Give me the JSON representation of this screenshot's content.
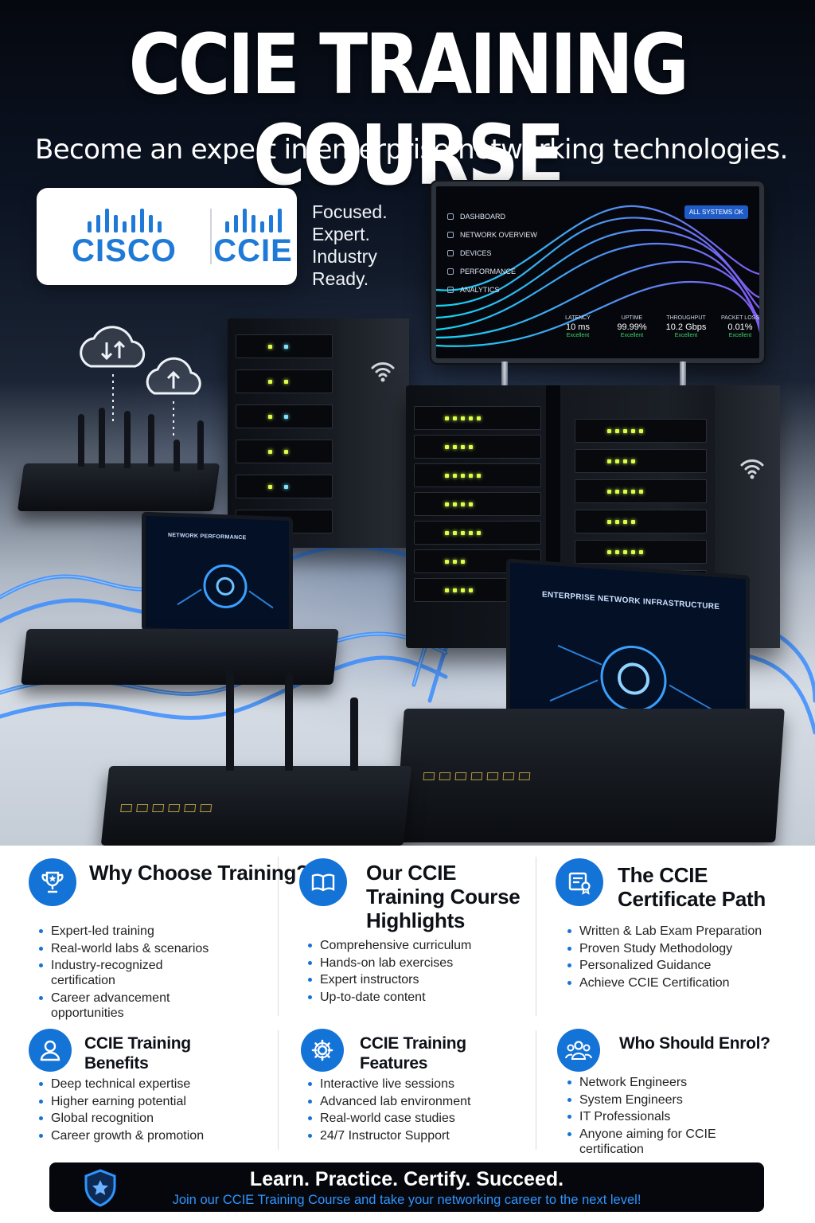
{
  "hero": {
    "title": "CCIE TRAINING COURSE",
    "subtitle": "Become an expert in enterprise networking technologies.",
    "logos": {
      "cisco": "CISCO",
      "ccie": "CCIE"
    },
    "tagline": [
      "Focused.",
      "Expert.",
      "Industry",
      "Ready."
    ]
  },
  "monitor": {
    "nav": [
      "DASHBOARD",
      "NETWORK OVERVIEW",
      "DEVICES",
      "PERFORMANCE",
      "ANALYTICS"
    ],
    "badge": "ALL SYSTEMS OK",
    "metrics": [
      {
        "label": "LATENCY",
        "value": "10 ms",
        "status": "Excellent"
      },
      {
        "label": "UPTIME",
        "value": "99.99%",
        "status": "Excellent"
      },
      {
        "label": "THROUGHPUT",
        "value": "10.2 Gbps",
        "status": "Excellent"
      },
      {
        "label": "PACKET LOSS",
        "value": "0.01%",
        "status": "Excellent"
      }
    ]
  },
  "laptops": {
    "left_caption": "NETWORK PERFORMANCE",
    "right_caption": "ENTERPRISE NETWORK INFRASTRUCTURE"
  },
  "sections": {
    "why": {
      "title": "Why Choose Training?",
      "items": [
        "Expert-led training",
        "Real-world labs & scenarios",
        "Industry-recognized certification",
        "Career advancement opportunities"
      ]
    },
    "highlights": {
      "title": "Our CCIE Training Course Highlights",
      "items": [
        "Comprehensive curriculum",
        "Hands-on lab exercises",
        "Expert instructors",
        "Up-to-date content"
      ]
    },
    "path": {
      "title": "The CCIE Certificate Path",
      "items": [
        "Written & Lab Exam Preparation",
        "Proven Study Methodology",
        "Personalized Guidance",
        "Achieve CCIE Certification"
      ]
    },
    "benefits": {
      "title": "CCIE Training Benefits",
      "items": [
        "Deep technical expertise",
        "Higher earning potential",
        "Global recognition",
        "Career growth & promotion"
      ]
    },
    "features": {
      "title": "CCIE Training Features",
      "items": [
        "Interactive live sessions",
        "Advanced lab environment",
        "Real-world case studies",
        "24/7 Instructor Support"
      ]
    },
    "enrol": {
      "title": "Who Should Enrol?",
      "items": [
        "Network Engineers",
        "System Engineers",
        "IT Professionals",
        "Anyone aiming for CCIE certification"
      ]
    }
  },
  "footer": {
    "headline": "Learn. Practice. Certify. Succeed.",
    "cta": "Join our CCIE Training Course and take your networking career to the next level!"
  },
  "colors": {
    "accent": "#1473d6",
    "cable": "#3a8dff",
    "led": "#d9ff4a",
    "footer_bg": "#05070c"
  }
}
